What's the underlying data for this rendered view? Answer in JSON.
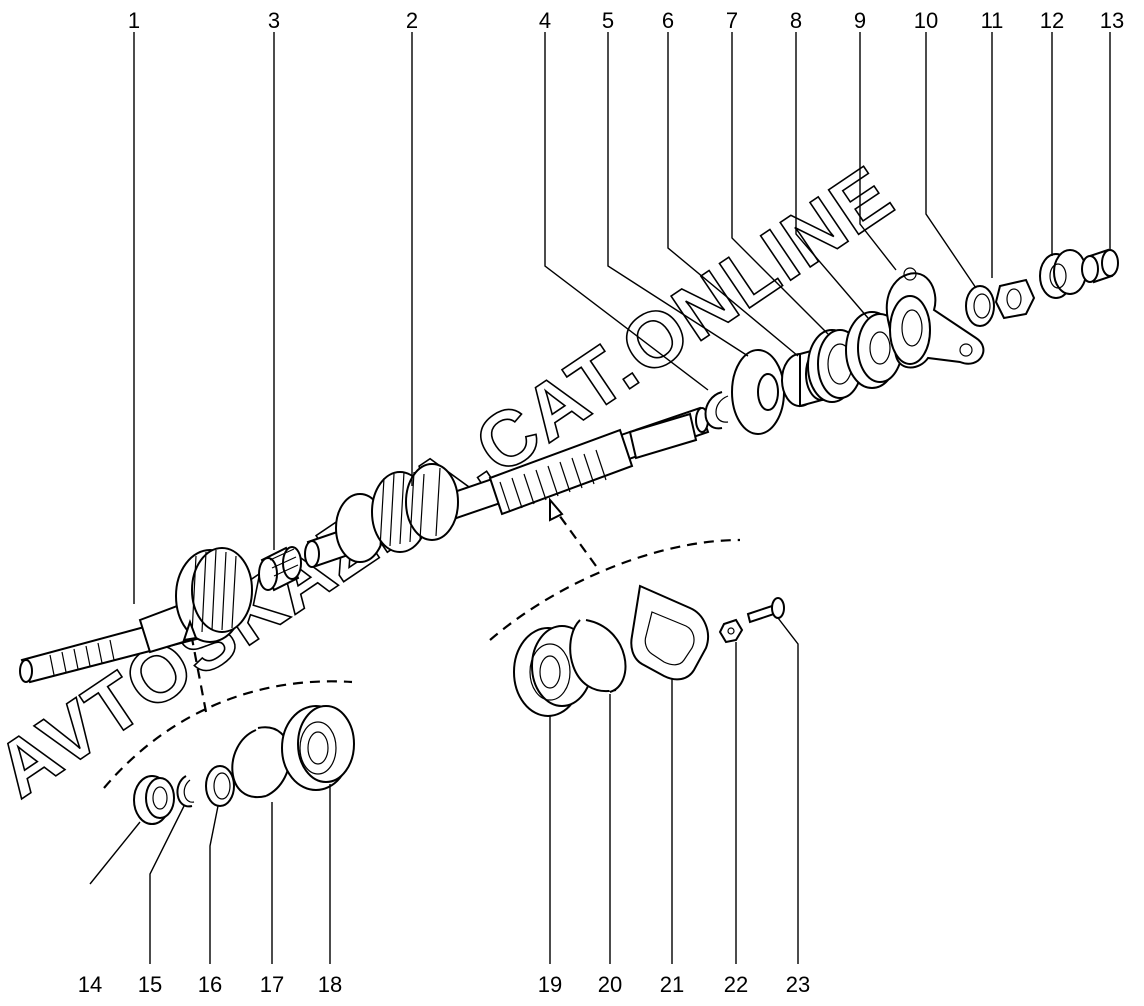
{
  "labels": [
    "1",
    "2",
    "3",
    "4",
    "5",
    "6",
    "7",
    "8",
    "9",
    "10",
    "11",
    "12",
    "13",
    "14",
    "15",
    "16",
    "17",
    "18",
    "19",
    "20",
    "21",
    "22",
    "23"
  ],
  "watermark": "AVTOSKAZKA.CAT.ONLINE"
}
